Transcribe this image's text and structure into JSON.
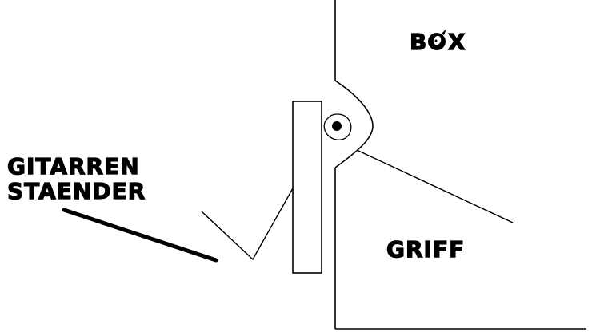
{
  "labels": {
    "box_prefix": "B",
    "box_suffix": "X",
    "handle": "GRIFF",
    "stand_line1": "GITARREN",
    "stand_line2": "STAENDER"
  },
  "colors": {
    "ink": "#000000",
    "background": "#ffffff"
  },
  "icons": {
    "box_o": "skull-flame-icon"
  }
}
